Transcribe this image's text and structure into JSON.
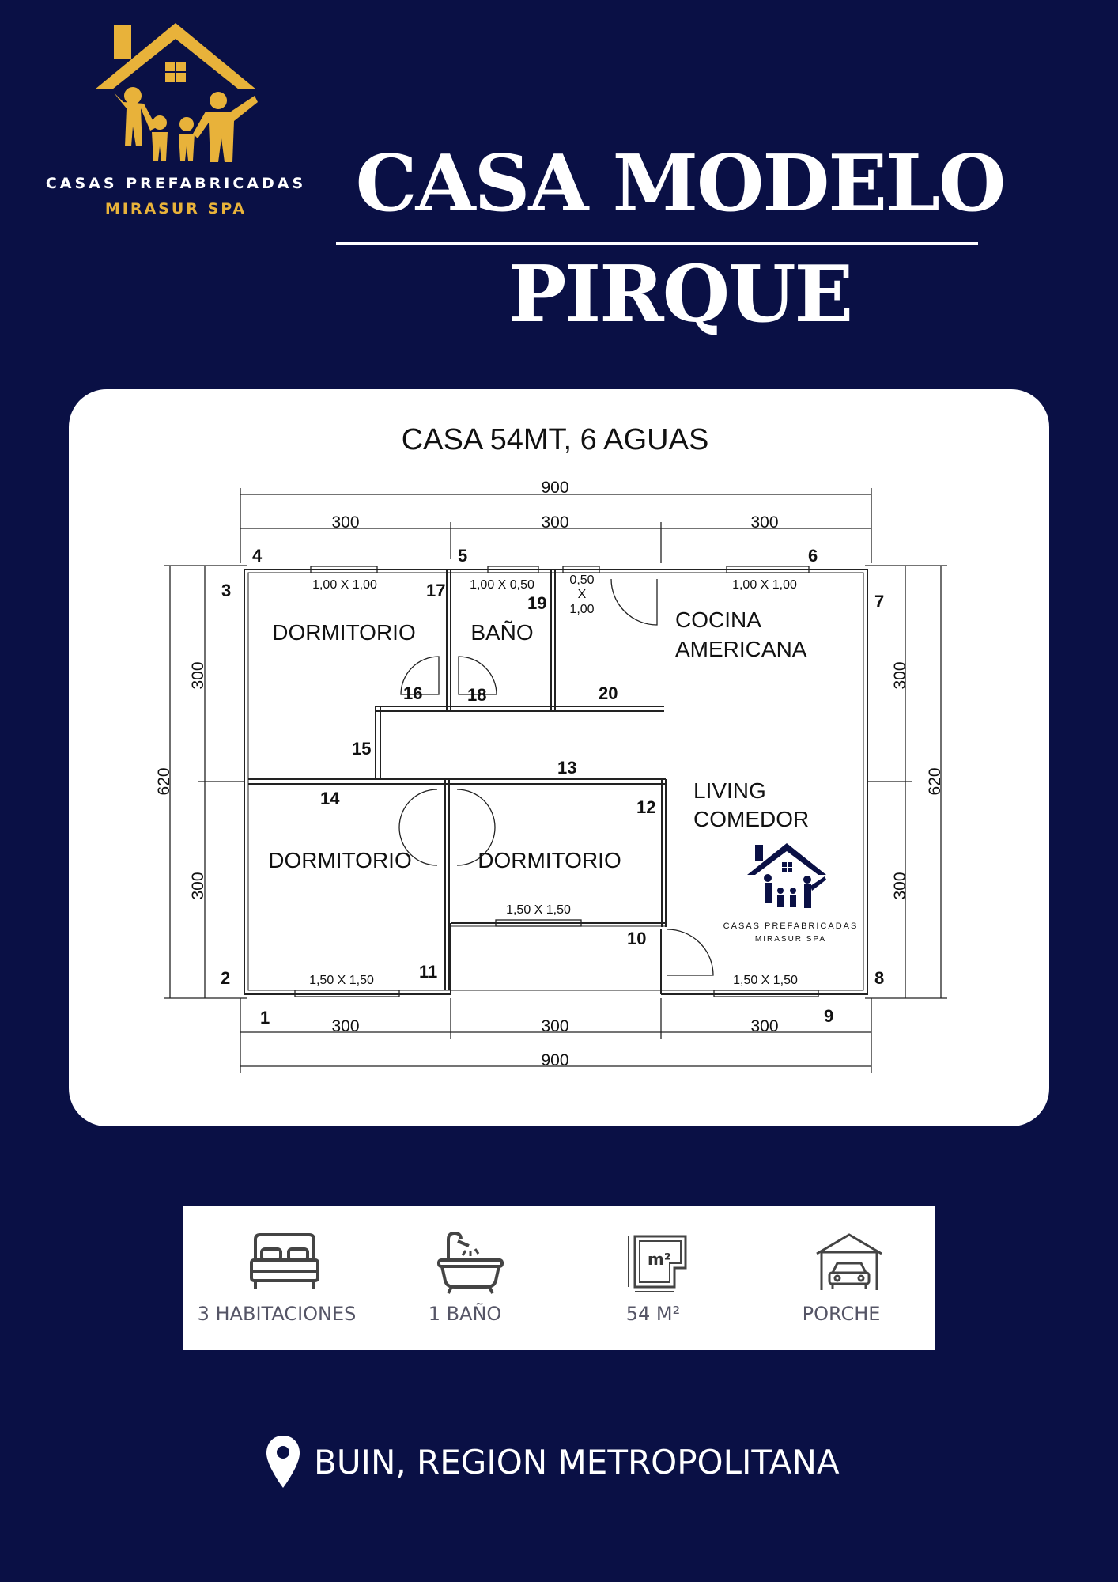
{
  "brand": {
    "name_line1": "CASAS PREFABRICADAS",
    "name_line2": "MIRASUR SPA",
    "colors": {
      "gold": "#e8b23a",
      "navy": "#0a1045",
      "white": "#ffffff"
    }
  },
  "title": {
    "line1": "CASA MODELO",
    "line2": "PIRQUE"
  },
  "plan": {
    "heading": "CASA 54MT, 6 AGUAS",
    "dimensions": {
      "total_width": "900",
      "segment": "300",
      "total_depth": "620"
    },
    "rooms": {
      "dorm1": "DORMITORIO",
      "bano": "BAÑO",
      "cocina_l1": "COCINA",
      "cocina_l2": "AMERICANA",
      "living_l1": "LIVING",
      "living_l2": "COMEDOR",
      "dorm2": "DORMITORIO",
      "dorm3": "DORMITORIO"
    },
    "windows": {
      "w_dorm1": "1,00 X 1,00",
      "w_bano": "1,00 X 0,50",
      "w_small_a": "0,50",
      "w_small_x": "X",
      "w_small_b": "1,00",
      "w_cocina": "1,00 X 1,00",
      "w_dorm2": "1,50 X 1,50",
      "w_dorm3": "1,50 X 1,50",
      "w_living": "1,50 X 1,50"
    },
    "points": [
      "1",
      "2",
      "3",
      "4",
      "5",
      "6",
      "7",
      "8",
      "9",
      "10",
      "11",
      "12",
      "13",
      "14",
      "15",
      "16",
      "17",
      "18",
      "19",
      "20"
    ],
    "watermark": {
      "line1": "CASAS PREFABRICADAS",
      "line2": "MIRASUR SPA"
    }
  },
  "features": [
    {
      "icon": "bed-icon",
      "label": "3 HABITACIONES"
    },
    {
      "icon": "bathtub-icon",
      "label": "1 BAÑO"
    },
    {
      "icon": "area-icon",
      "label": "54 M²",
      "icon_text": "m²"
    },
    {
      "icon": "garage-icon",
      "label": "PORCHE"
    }
  ],
  "location": {
    "icon": "map-pin-icon",
    "text": "BUIN, REGION METROPOLITANA"
  }
}
